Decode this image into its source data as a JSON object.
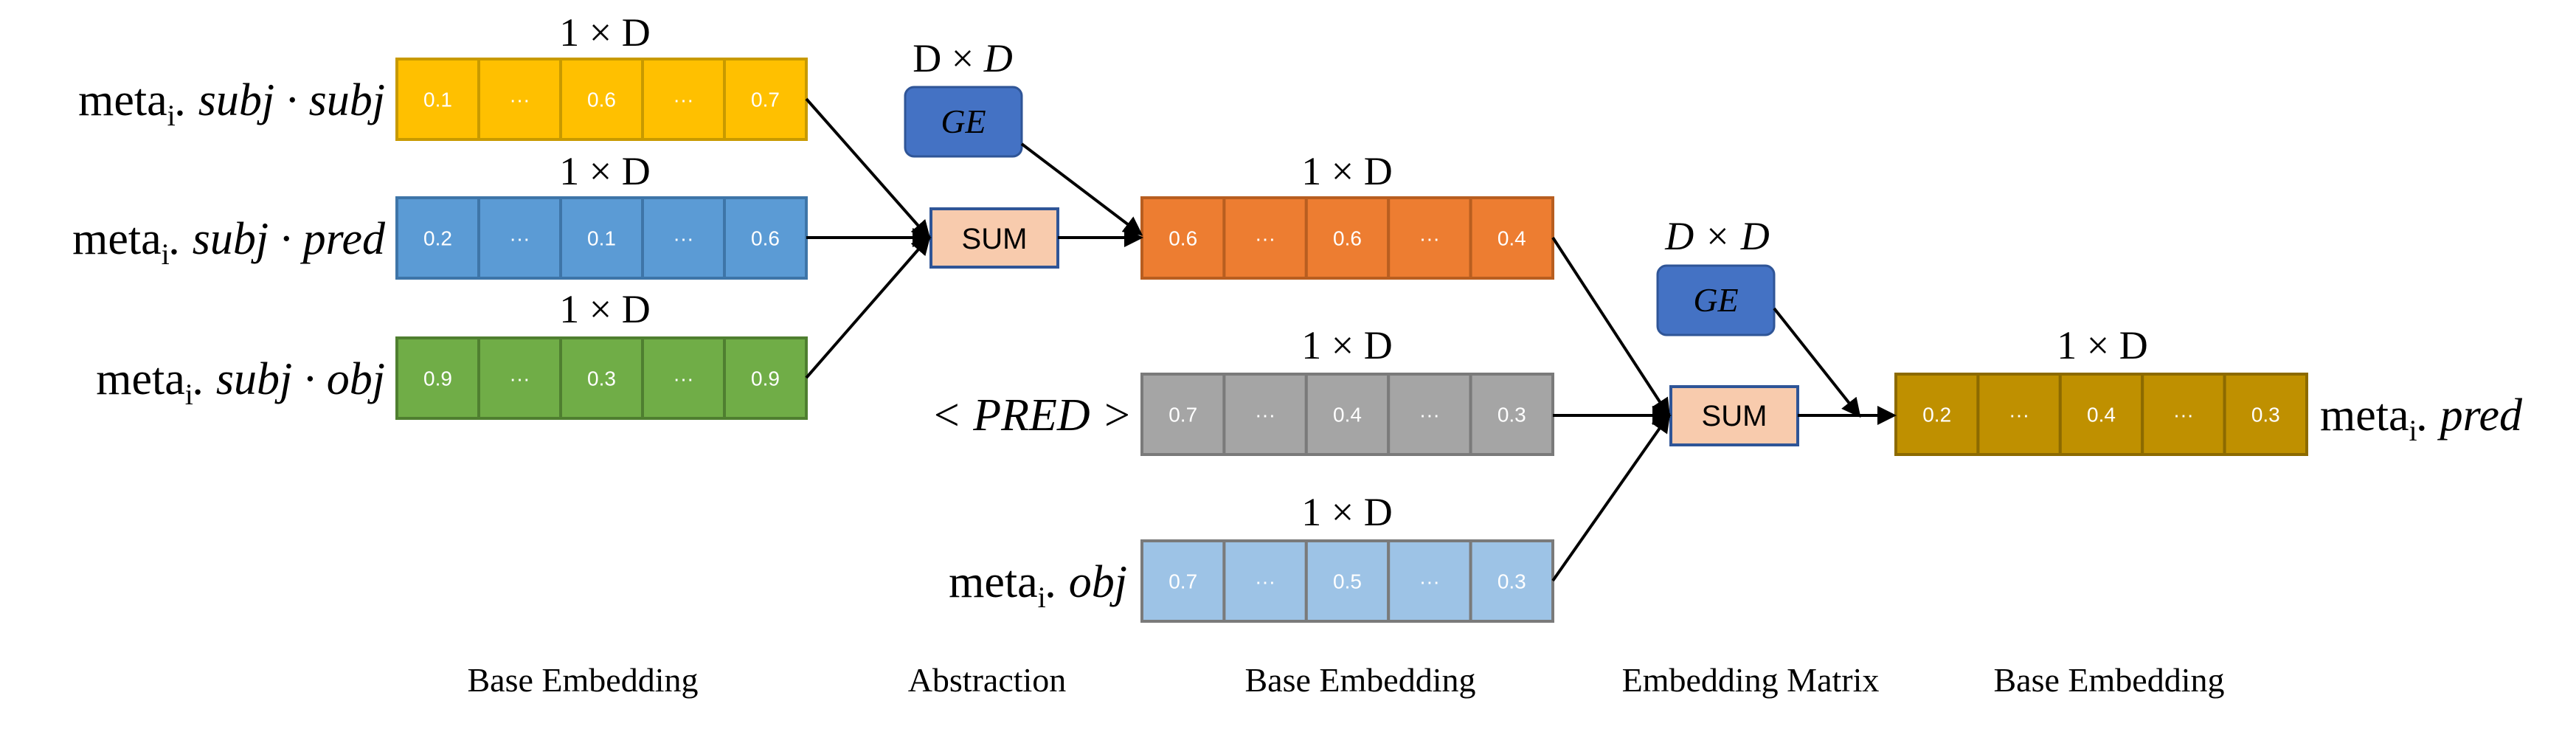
{
  "dim_labels": {
    "row_1xD": "1 × D",
    "ge_left_d": "D",
    "ge_left_times": " × ",
    "ge_left_D": "D",
    "ge_right": "D × D"
  },
  "vectors": {
    "subj_subj": {
      "values": [
        "0.1",
        "···",
        "0.6",
        "···",
        "0.7"
      ],
      "color": "#FFC000",
      "stroke": "#C89A00"
    },
    "subj_pred": {
      "values": [
        "0.2",
        "···",
        "0.1",
        "···",
        "0.6"
      ],
      "color": "#5B9BD5",
      "stroke": "#3E75A8"
    },
    "subj_obj": {
      "values": [
        "0.9",
        "···",
        "0.3",
        "···",
        "0.9"
      ],
      "color": "#70AD47",
      "stroke": "#4F7F30"
    },
    "mid": {
      "values": [
        "0.6",
        "···",
        "0.6",
        "···",
        "0.4"
      ],
      "color": "#ED7D31",
      "stroke": "#B85E20"
    },
    "pred_tok": {
      "values": [
        "0.7",
        "···",
        "0.4",
        "···",
        "0.3"
      ],
      "color": "#A5A5A5",
      "stroke": "#7A7A7A"
    },
    "obj": {
      "values": [
        "0.7",
        "···",
        "0.5",
        "···",
        "0.3"
      ],
      "color": "#9DC3E6",
      "stroke": "#7A7A7A"
    },
    "out": {
      "values": [
        "0.2",
        "···",
        "0.4",
        "···",
        "0.3"
      ],
      "color": "#BF9000",
      "stroke": "#8C6A00"
    }
  },
  "row_labels": {
    "subj_subj": {
      "base": "meta",
      "sub": "i",
      "rest": ". subj · subj"
    },
    "subj_pred": {
      "base": "meta",
      "sub": "i",
      "rest": ". subj · pred"
    },
    "subj_obj": {
      "base": "meta",
      "sub": "i",
      "rest": ". subj · obj"
    },
    "pred_tok": {
      "text": "< PRED >"
    },
    "obj": {
      "base": "meta",
      "sub": "i",
      "rest": ". obj"
    },
    "out": {
      "base": "meta",
      "sub": "i",
      "rest": ". pred"
    }
  },
  "nodes": {
    "ge_label": "GE",
    "sum_label": "SUM",
    "ge_color": "#4472C4",
    "sum_color": "#F8CBAD"
  },
  "captions": {
    "c1": "Base Embedding",
    "c2": "Abstraction",
    "c3": "Base Embedding",
    "c4": "Embedding Matrix",
    "c5": "Base Embedding"
  }
}
